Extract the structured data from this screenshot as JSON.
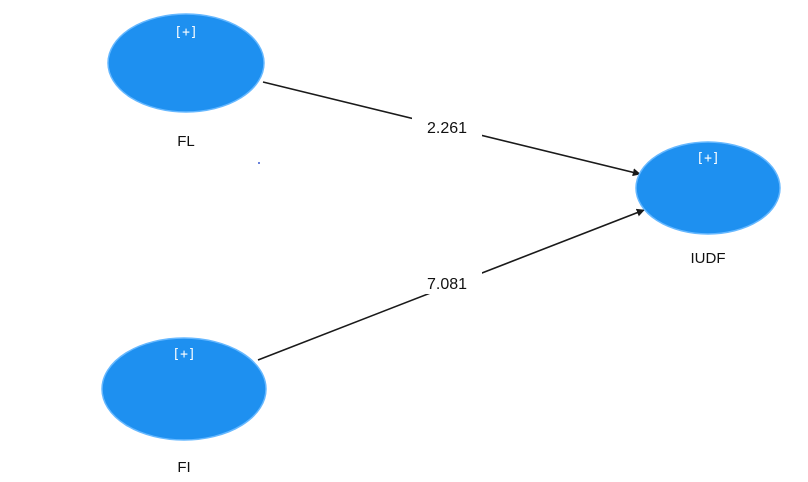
{
  "colors": {
    "node_fill": "#1e90f0",
    "node_stroke": "#66b8ff",
    "edge": "#1a1a1a",
    "background": "#ffffff",
    "text": "#111111",
    "expand_text": "#ffffff"
  },
  "nodes": [
    {
      "id": "FL",
      "label": "FL",
      "expand_label": "[+]",
      "icon": "expand-icon"
    },
    {
      "id": "FI",
      "label": "FI",
      "expand_label": "[+]",
      "icon": "expand-icon"
    },
    {
      "id": "IUDF",
      "label": "IUDF",
      "expand_label": "[+]",
      "icon": "expand-icon"
    }
  ],
  "edges": [
    {
      "from": "FL",
      "to": "IUDF",
      "value": "2.261"
    },
    {
      "from": "FI",
      "to": "IUDF",
      "value": "7.081"
    }
  ]
}
